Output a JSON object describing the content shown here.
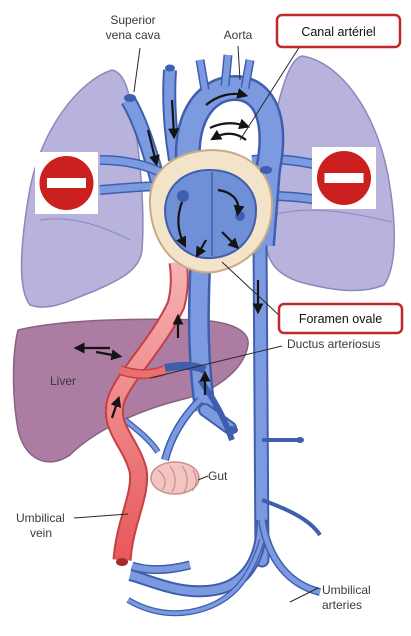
{
  "labels": {
    "superior_vena_cava_line1": "Superior",
    "superior_vena_cava_line2": "vena cava",
    "aorta": "Aorta",
    "canal_arteriel": "Canal artériel",
    "foramen_ovale": "Foramen ovale",
    "ductus_arteriosus": "Ductus arteriosus",
    "liver": "Liver",
    "gut": "Gut",
    "umbilical_vein_line1": "Umbilical",
    "umbilical_vein_line2": "vein",
    "umbilical_arteries_line1": "Umbilical",
    "umbilical_arteries_line2": "arteries"
  },
  "colors": {
    "vein_blue": "#6f8fd6",
    "vein_blue_dark": "#3f5fae",
    "oxygenated_red": "#e8585a",
    "lung_lavender": "#b7b3dc",
    "liver_purple": "#a46e98",
    "heart_sac": "#f3e3c9",
    "callout_border": "#c0282b",
    "no_entry_red": "#cc1f1f",
    "gut_pink": "#f3c5c2"
  },
  "icons": {
    "left_lung_block": "no-entry-icon",
    "right_lung_block": "no-entry-icon"
  }
}
